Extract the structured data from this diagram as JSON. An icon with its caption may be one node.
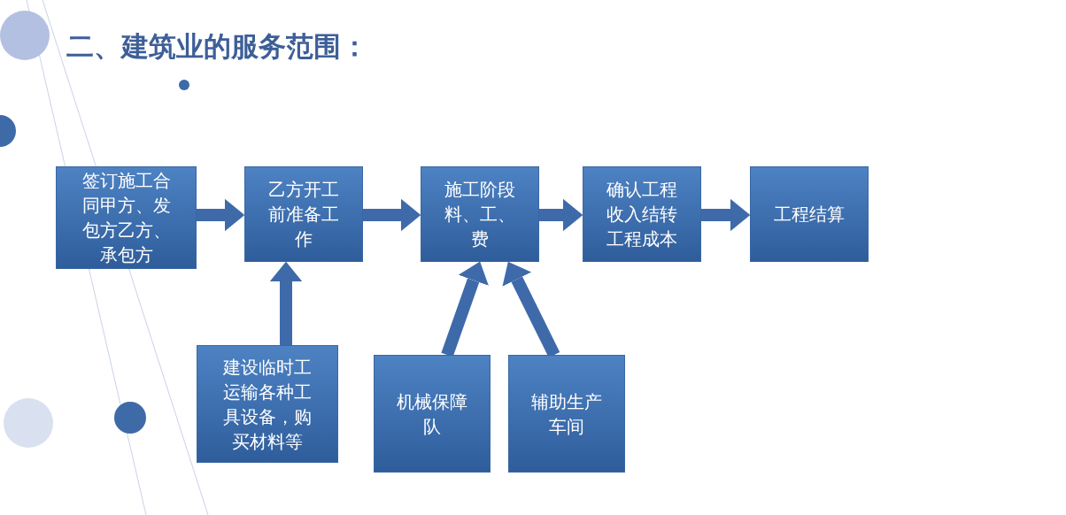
{
  "diagram": {
    "title": "二、建筑业的服务范围：",
    "nodes": [
      {
        "text": [
          "签订施工合同甲方、发包方乙方、承包方"
        ]
      },
      {
        "text": [
          "乙方开工前准备工作"
        ]
      },
      {
        "text": [
          "施工阶段料、工、费"
        ]
      },
      {
        "text": [
          "确认工程收入结转工程成本"
        ]
      },
      {
        "text": [
          "工程结算"
        ]
      },
      {
        "text": [
          "建设临时工运输各种工具设备，购买材料等"
        ]
      },
      {
        "text": [
          "机械保障队"
        ]
      },
      {
        "text": [
          "辅助生产车间"
        ]
      }
    ],
    "edges": [
      {
        "from": 0,
        "to": 1,
        "arrow": "to"
      },
      {
        "from": 1,
        "to": 2,
        "arrow": "to"
      },
      {
        "from": 2,
        "to": 3,
        "arrow": "to"
      },
      {
        "from": 3,
        "to": 4,
        "arrow": "to"
      },
      {
        "from": 5,
        "to": 1,
        "arrow": "to"
      },
      {
        "from": 6,
        "to": 2,
        "arrow": "to"
      },
      {
        "from": 7,
        "to": 2,
        "arrow": "to"
      }
    ]
  }
}
